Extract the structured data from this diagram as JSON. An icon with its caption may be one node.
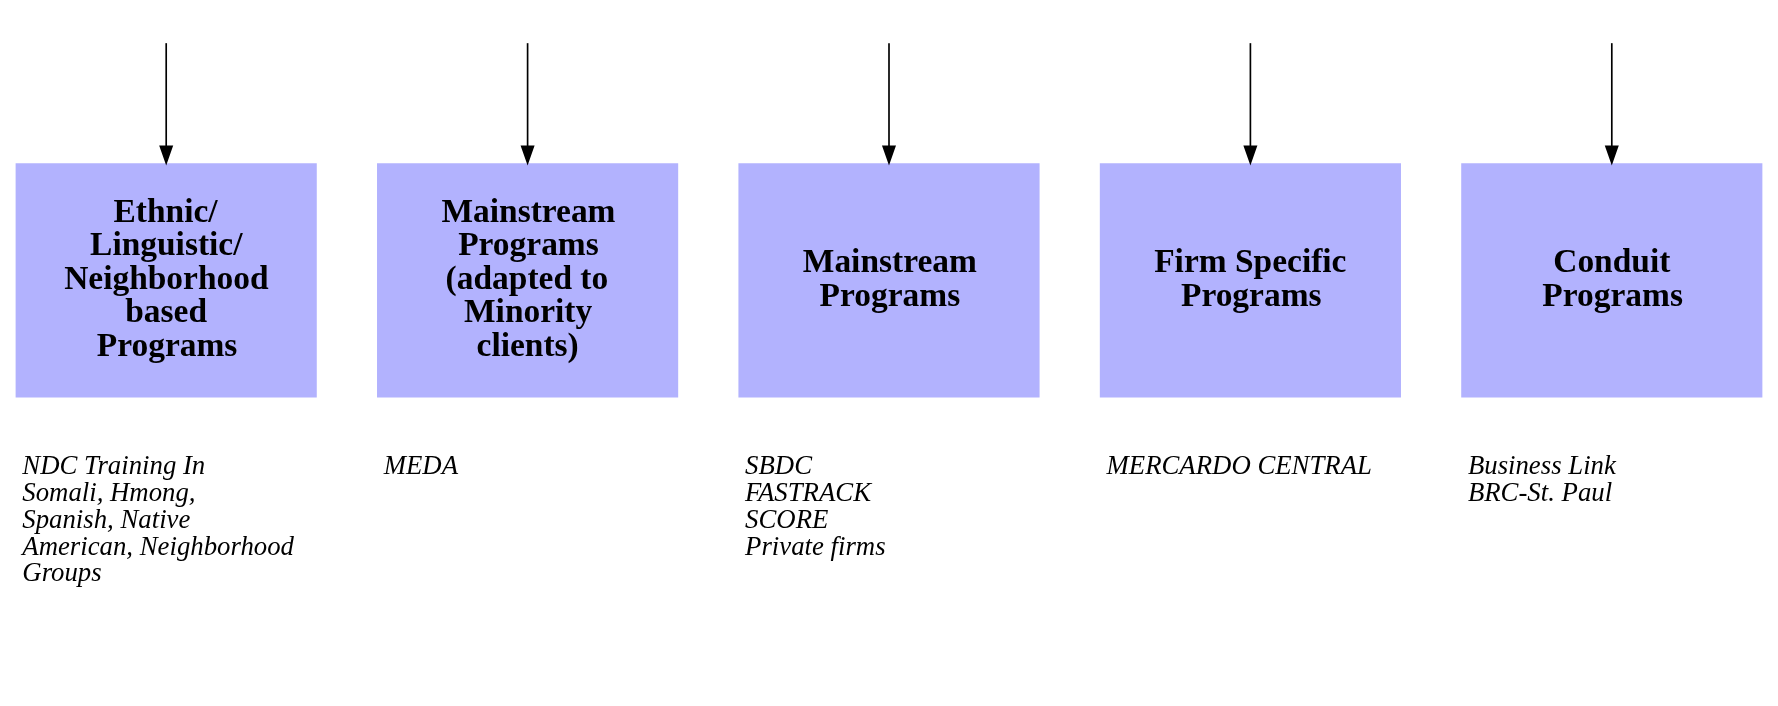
{
  "diagram": {
    "nodes": [
      {
        "text": [
          "Ethnic/ Linguistic/ Neighborhood based Programs"
        ],
        "beside": [
          "NDC Training In Somali, Hmong, Spanish, Native American, Neighborhood Groups"
        ]
      },
      {
        "text": [
          "Mainstream Programs (adapted to Minority clients)"
        ],
        "beside": [
          "MEDA"
        ]
      },
      {
        "text": [
          "Mainstream Programs"
        ],
        "beside": [
          "SBDC",
          "FASTRACK",
          "SCORE",
          "Private firms"
        ]
      },
      {
        "text": [
          "Firm Specific Programs"
        ],
        "beside": [
          "MERCARDO CENTRAL"
        ]
      },
      {
        "text": [
          "Conduit Programs"
        ],
        "beside": [
          "Business Link",
          "BRC-St. Paul"
        ]
      }
    ],
    "edges": [
      {
        "from": null,
        "to": 0,
        "arrow": "to"
      },
      {
        "from": null,
        "to": 1,
        "arrow": "to"
      },
      {
        "from": null,
        "to": 2,
        "arrow": "to"
      },
      {
        "from": null,
        "to": 3,
        "arrow": "to"
      },
      {
        "from": null,
        "to": 4,
        "arrow": "to"
      }
    ]
  }
}
